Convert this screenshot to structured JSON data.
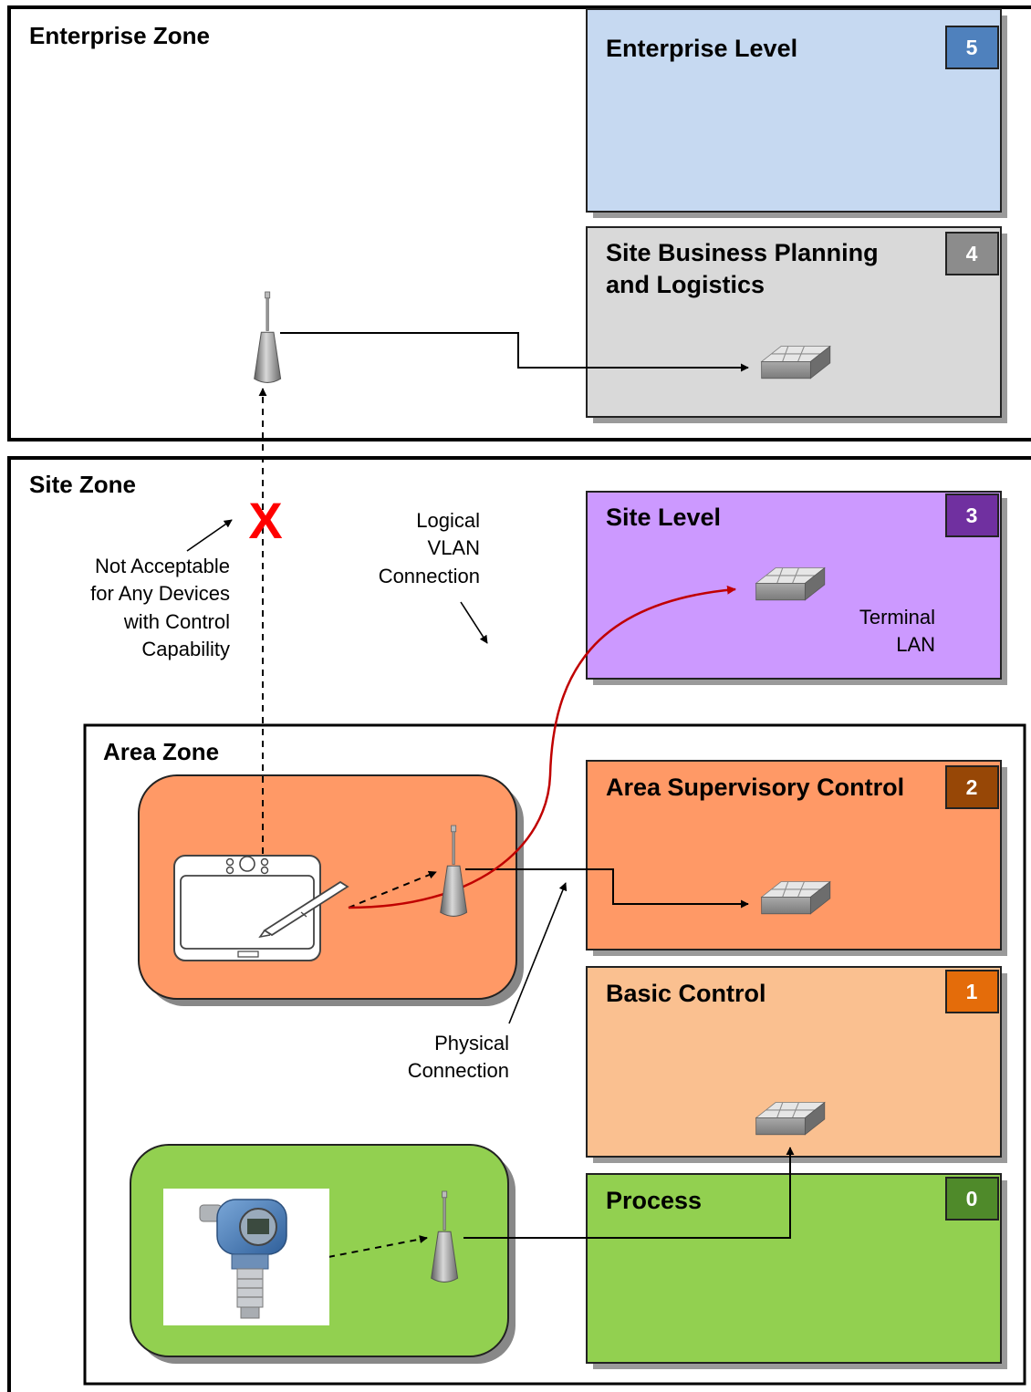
{
  "zones": {
    "enterprise": {
      "title": "Enterprise Zone"
    },
    "site": {
      "title": "Site Zone"
    },
    "area": {
      "title": "Area Zone"
    }
  },
  "levels": [
    {
      "number": "5",
      "title_lines": [
        "Enterprise Level"
      ],
      "fill": "#c6d9f1",
      "badge": "#4f81bd"
    },
    {
      "number": "4",
      "title_lines": [
        "Site Business Planning",
        "and Logistics"
      ],
      "fill": "#d9d9d9",
      "badge": "#8c8c8c"
    },
    {
      "number": "3",
      "title_lines": [
        "Site Level"
      ],
      "fill": "#cc99ff",
      "badge": "#7030a0"
    },
    {
      "number": "2",
      "title_lines": [
        "Area Supervisory Control"
      ],
      "fill": "#ff9966",
      "badge": "#974706"
    },
    {
      "number": "1",
      "title_lines": [
        "Basic Control"
      ],
      "fill": "#fac090",
      "badge": "#e46c0a"
    },
    {
      "number": "0",
      "title_lines": [
        "Process"
      ],
      "fill": "#92d050",
      "badge": "#4f8a2a"
    }
  ],
  "annotations": {
    "not_acceptable": [
      "Not Acceptable",
      "for Any Devices",
      "with Control",
      "Capability"
    ],
    "logical_vlan": [
      "Logical",
      "VLAN",
      "Connection"
    ],
    "terminal_lan": [
      "Terminal",
      "LAN"
    ],
    "physical": [
      "Physical",
      "Connection"
    ],
    "blocked_mark": "X"
  },
  "colors": {
    "logical_link": "#c00000",
    "physical_link": "#000000",
    "blocked": "#ff0000",
    "area_device_group": "#ff9966",
    "process_device_group": "#92d050"
  },
  "icons": [
    "wireless-access-point-icon",
    "network-switch-icon",
    "tablet-pen-icon",
    "pressure-transmitter-icon"
  ]
}
